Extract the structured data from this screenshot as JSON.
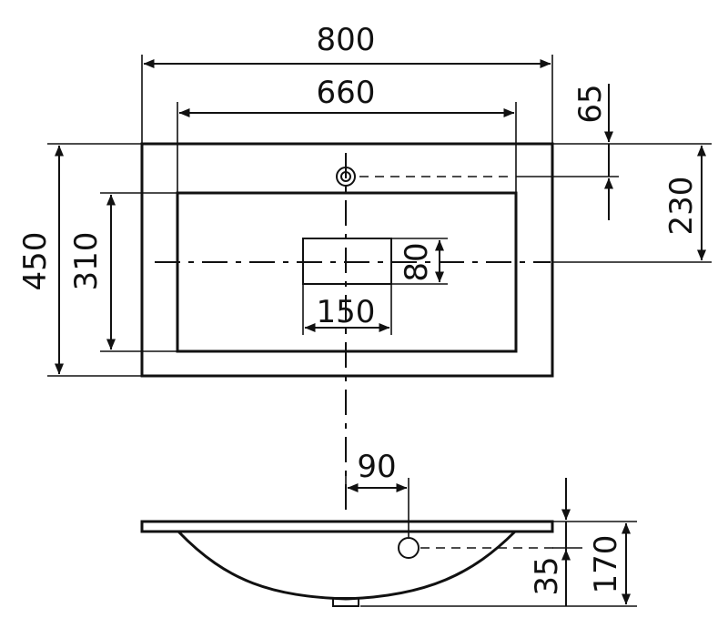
{
  "dimensions": {
    "overall_width": "800",
    "bowl_width": "660",
    "overflow_hole_offset": "65",
    "drain_center_offset": "230",
    "overall_depth": "450",
    "bowl_depth": "310",
    "drain_height": "80",
    "drain_width": "150",
    "side_offset": "90",
    "side_hole_height": "35",
    "overall_height": "170"
  }
}
